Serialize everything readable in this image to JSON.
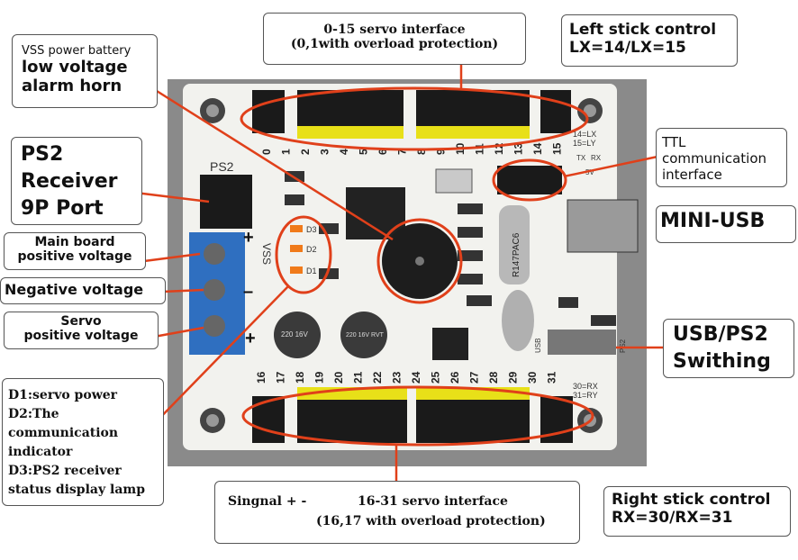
{
  "labels": {
    "vss_alarm": {
      "line1": "VSS power battery",
      "line2": "low voltage",
      "line3": "alarm horn"
    },
    "servo_0_15": {
      "line1": "0-15 servo interface",
      "line2": "(0,1with overload protection)"
    },
    "left_stick": {
      "line1": "Left stick control",
      "line2": "LX=14/LX=15"
    },
    "ps2_receiver": {
      "line1": "PS2",
      "line2": "Receiver",
      "line3": "9P Port"
    },
    "ttl": {
      "line1": "TTL",
      "line2": "communication",
      "line3": "interface"
    },
    "mini_usb": {
      "text": "MINI-USB"
    },
    "main_board_voltage": {
      "line1": "Main board",
      "line2": "positive voltage"
    },
    "negative_voltage": {
      "text": "Negative voltage"
    },
    "servo_voltage": {
      "line1": "Servo",
      "line2": "positive voltage"
    },
    "usb_ps2": {
      "line1": "USB/PS2",
      "line2": "Swithing"
    },
    "led_legend": {
      "line1": "D1:servo power",
      "line2": "D2:The",
      "line3": "communication",
      "line4": "indicator",
      "line5": "D3:PS2 receiver",
      "line6": "status display lamp"
    },
    "servo_16_31": {
      "prefix": "Singnal  + -",
      "line1": "16-31 servo interface",
      "line2": "(16,17 with overload protection)"
    },
    "right_stick": {
      "line1": "Right stick control",
      "line2": "RX=30/RX=31"
    }
  },
  "board": {
    "silk_ps2": "PS2",
    "silk_vss": "VSS",
    "silk_usb": "USB",
    "silk_ps2_side": "PS2",
    "silk_lx": "14=LX",
    "silk_ly": "15=LY",
    "silk_rx": "30=RX",
    "silk_ry": "31=RY",
    "silk_tx": "TX",
    "silk_rx_pin": "RX",
    "silk_5v": "5V",
    "silk_d1": "D1",
    "silk_d2": "D2",
    "silk_d3": "D3",
    "cap1": "220 16V",
    "cap2": "220 16V RVT",
    "crystal": "R147PAC6",
    "top_pins": [
      "0",
      "1",
      "2",
      "3",
      "4",
      "5",
      "6",
      "7",
      "8",
      "9",
      "10",
      "11",
      "12",
      "13",
      "14",
      "15"
    ],
    "bottom_pins": [
      "16",
      "17",
      "18",
      "19",
      "20",
      "21",
      "22",
      "23",
      "24",
      "25",
      "26",
      "27",
      "28",
      "29",
      "30",
      "31"
    ]
  },
  "colors": {
    "board": "#f2f2ee",
    "terminal": "#2f6fc0",
    "pin_black": "#1a1a1a",
    "pin_yellow": "#e8e018",
    "callout": "#e0401a"
  }
}
